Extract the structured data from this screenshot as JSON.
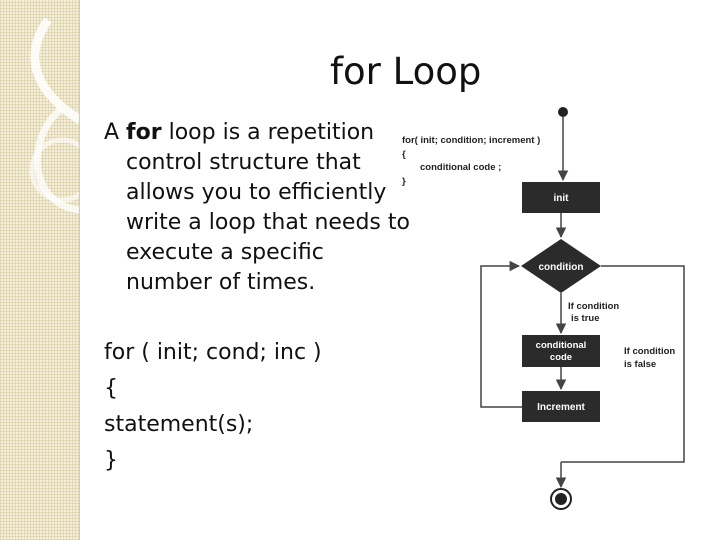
{
  "slide": {
    "title": "for Loop",
    "paragraph": {
      "prefix": "A ",
      "keyword": "for",
      "rest": " loop is a repetition control structure that allows you to efficiently write a loop that needs to execute a specific number of times."
    },
    "code_lines": [
      "for ( init; cond; inc )",
      "{",
      "statement(s);",
      "}"
    ]
  },
  "flowchart": {
    "syntax": {
      "line1": "for( init; condition; increment )",
      "line2": "{",
      "line3": "conditional code ;",
      "line4": "}"
    },
    "nodes": {
      "init": "init",
      "condition": "condition",
      "conditional_code_l1": "conditional",
      "conditional_code_l2": "code",
      "increment": "Increment"
    },
    "labels": {
      "true_l1": "If condition",
      "true_l2": "is true",
      "false_l1": "If condition",
      "false_l2": "is false"
    },
    "colors": {
      "box": "#2b2b2b",
      "box_text": "#ffffff",
      "line": "#444444",
      "sidebar": "#f4efd6"
    }
  }
}
